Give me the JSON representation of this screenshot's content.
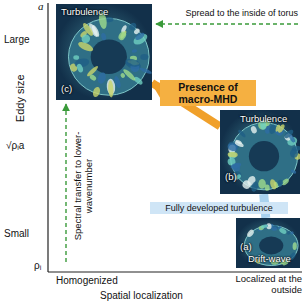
{
  "diagram": {
    "nodes": [
      {
        "text": [
          "Turbulence",
          "(c)"
        ]
      },
      {
        "text": [
          "Turbulence",
          "(b)"
        ]
      },
      {
        "text": [
          "(a)",
          "Drift-wave"
        ]
      }
    ],
    "edges": [
      {
        "from": 2,
        "to": 1,
        "arrow": "to",
        "label": "Fully developed turbulence"
      },
      {
        "from": 1,
        "to": 0,
        "arrow": "to",
        "label": "Presence of macro-MHD"
      }
    ],
    "labels": [
      "a",
      "Large",
      "Eddy size",
      "√ρᵢa",
      "Small",
      "ρᵢ",
      "Homogenized",
      "Localized at the outside",
      "Spatial localization",
      "Spread to the inside of torus",
      "Spectral transfer to lower-wavenumber"
    ]
  }
}
